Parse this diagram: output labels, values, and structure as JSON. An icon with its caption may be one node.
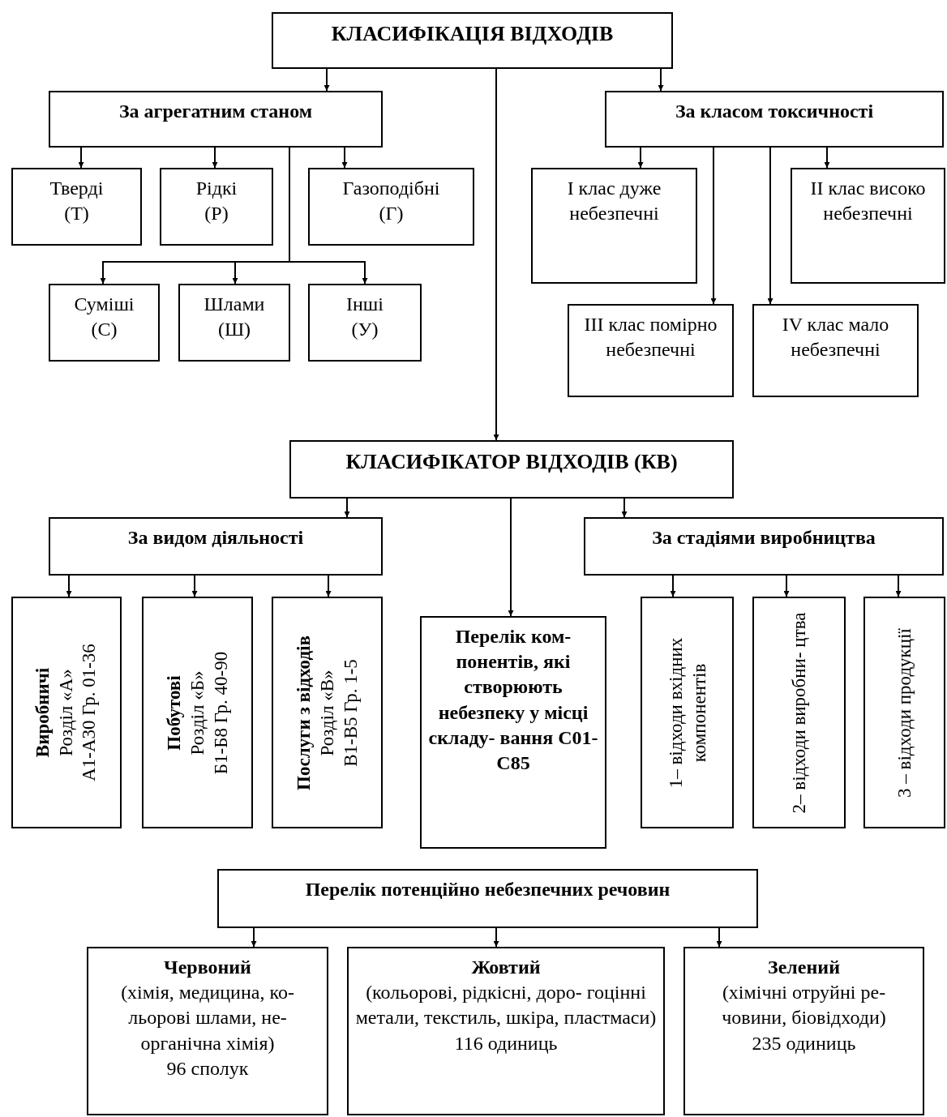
{
  "diagram": {
    "nodes": [
      {
        "text": [
          "КЛАСИФІКАЦІЯ ВІДХОДІВ"
        ]
      },
      {
        "text": [
          "За агрегатним станом"
        ]
      },
      {
        "text": [
          "За класом токсичності"
        ]
      },
      {
        "text": [
          "Тверді",
          "(Т)"
        ]
      },
      {
        "text": [
          "Рідкі",
          "(Р)"
        ]
      },
      {
        "text": [
          "Газоподібні",
          "(Г)"
        ]
      },
      {
        "text": [
          "Суміші",
          "(С)"
        ]
      },
      {
        "text": [
          "Шлами",
          "(Ш)"
        ]
      },
      {
        "text": [
          "Інші",
          "(У)"
        ]
      },
      {
        "text": [
          "І клас дуже небезпечні"
        ]
      },
      {
        "text": [
          "ІІ клас високо небезпечні"
        ]
      },
      {
        "text": [
          "ІІІ клас помірно небезпечні"
        ]
      },
      {
        "text": [
          "IV клас мало небезпечні"
        ]
      },
      {
        "text": [
          "КЛАСИФІКАТОР ВІДХОДІВ (КВ)"
        ]
      },
      {
        "text": [
          "За видом діяльності"
        ]
      },
      {
        "text": [
          "За стадіями виробництва"
        ]
      },
      {
        "text": [
          "Виробничі",
          "Розділ «А»",
          "А1-А30 Гр. 01-36"
        ]
      },
      {
        "text": [
          "Побутові",
          "Розділ «Б»",
          "Б1-Б8 Гр. 40-90"
        ]
      },
      {
        "text": [
          "Послуги з відходів",
          "Розділ «В»",
          "В1-В5 Гр. 1-5"
        ]
      },
      {
        "text": [
          "Перелік ком- понентів, які створюють небезпеку у місці складу- вання С01-С85"
        ]
      },
      {
        "text": [
          "1– відходи вхідних компонентів"
        ]
      },
      {
        "text": [
          "2– відходи виробни- цтва"
        ]
      },
      {
        "text": [
          "3 – відходи продукції"
        ]
      },
      {
        "text": [
          "Перелік потенційно небезпечних речовин"
        ]
      },
      {
        "text": [
          "Червоний",
          "(хімія, медицина, ко- льорові шлами, не- органічна хімія)",
          "96 сполук"
        ]
      },
      {
        "text": [
          "Жовтий",
          "(кольорові, рідкісні, доро- гоцінні метали, текстиль, шкіра, пластмаси)",
          "116 одиниць"
        ]
      },
      {
        "text": [
          "Зелений",
          "(хімічні отруйні ре- човини, біовідходи)",
          "235 одиниць"
        ]
      }
    ],
    "edges": [
      {
        "from": 0,
        "to": 1,
        "arrow": "to"
      },
      {
        "from": 0,
        "to": 2,
        "arrow": "to"
      },
      {
        "from": 0,
        "to": 13,
        "arrow": "to"
      },
      {
        "from": 1,
        "to": 3,
        "arrow": "to"
      },
      {
        "from": 1,
        "to": 4,
        "arrow": "to"
      },
      {
        "from": 1,
        "to": 5,
        "arrow": "to"
      },
      {
        "from": 1,
        "to": 6,
        "arrow": "to"
      },
      {
        "from": 1,
        "to": 7,
        "arrow": "to"
      },
      {
        "from": 1,
        "to": 8,
        "arrow": "to"
      },
      {
        "from": 2,
        "to": 9,
        "arrow": "to"
      },
      {
        "from": 2,
        "to": 11,
        "arrow": "to"
      },
      {
        "from": 2,
        "to": 12,
        "arrow": "to"
      },
      {
        "from": 2,
        "to": 10,
        "arrow": "to"
      },
      {
        "from": 13,
        "to": 14,
        "arrow": "to"
      },
      {
        "from": 13,
        "to": 15,
        "arrow": "to"
      },
      {
        "from": 13,
        "to": 19,
        "arrow": "to"
      },
      {
        "from": 14,
        "to": 16,
        "arrow": "to"
      },
      {
        "from": 14,
        "to": 17,
        "arrow": "to"
      },
      {
        "from": 14,
        "to": 18,
        "arrow": "to"
      },
      {
        "from": 15,
        "to": 20,
        "arrow": "to"
      },
      {
        "from": 15,
        "to": 21,
        "arrow": "to"
      },
      {
        "from": 15,
        "to": 22,
        "arrow": "to"
      },
      {
        "from": 23,
        "to": 24,
        "arrow": "to"
      },
      {
        "from": 23,
        "to": 25,
        "arrow": "to"
      },
      {
        "from": 23,
        "to": 26,
        "arrow": "to"
      }
    ]
  }
}
